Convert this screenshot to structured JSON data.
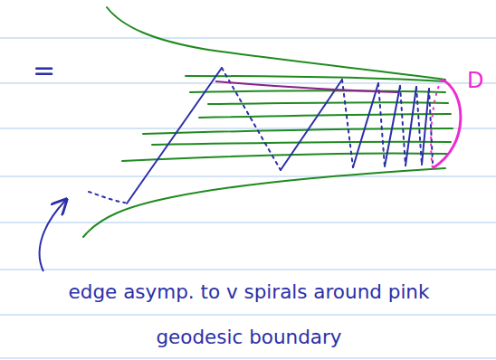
{
  "diagram": {
    "labels": [
      "=",
      "D",
      "edge asymp. to v spirals around pink geodesic boundary"
    ]
  }
}
